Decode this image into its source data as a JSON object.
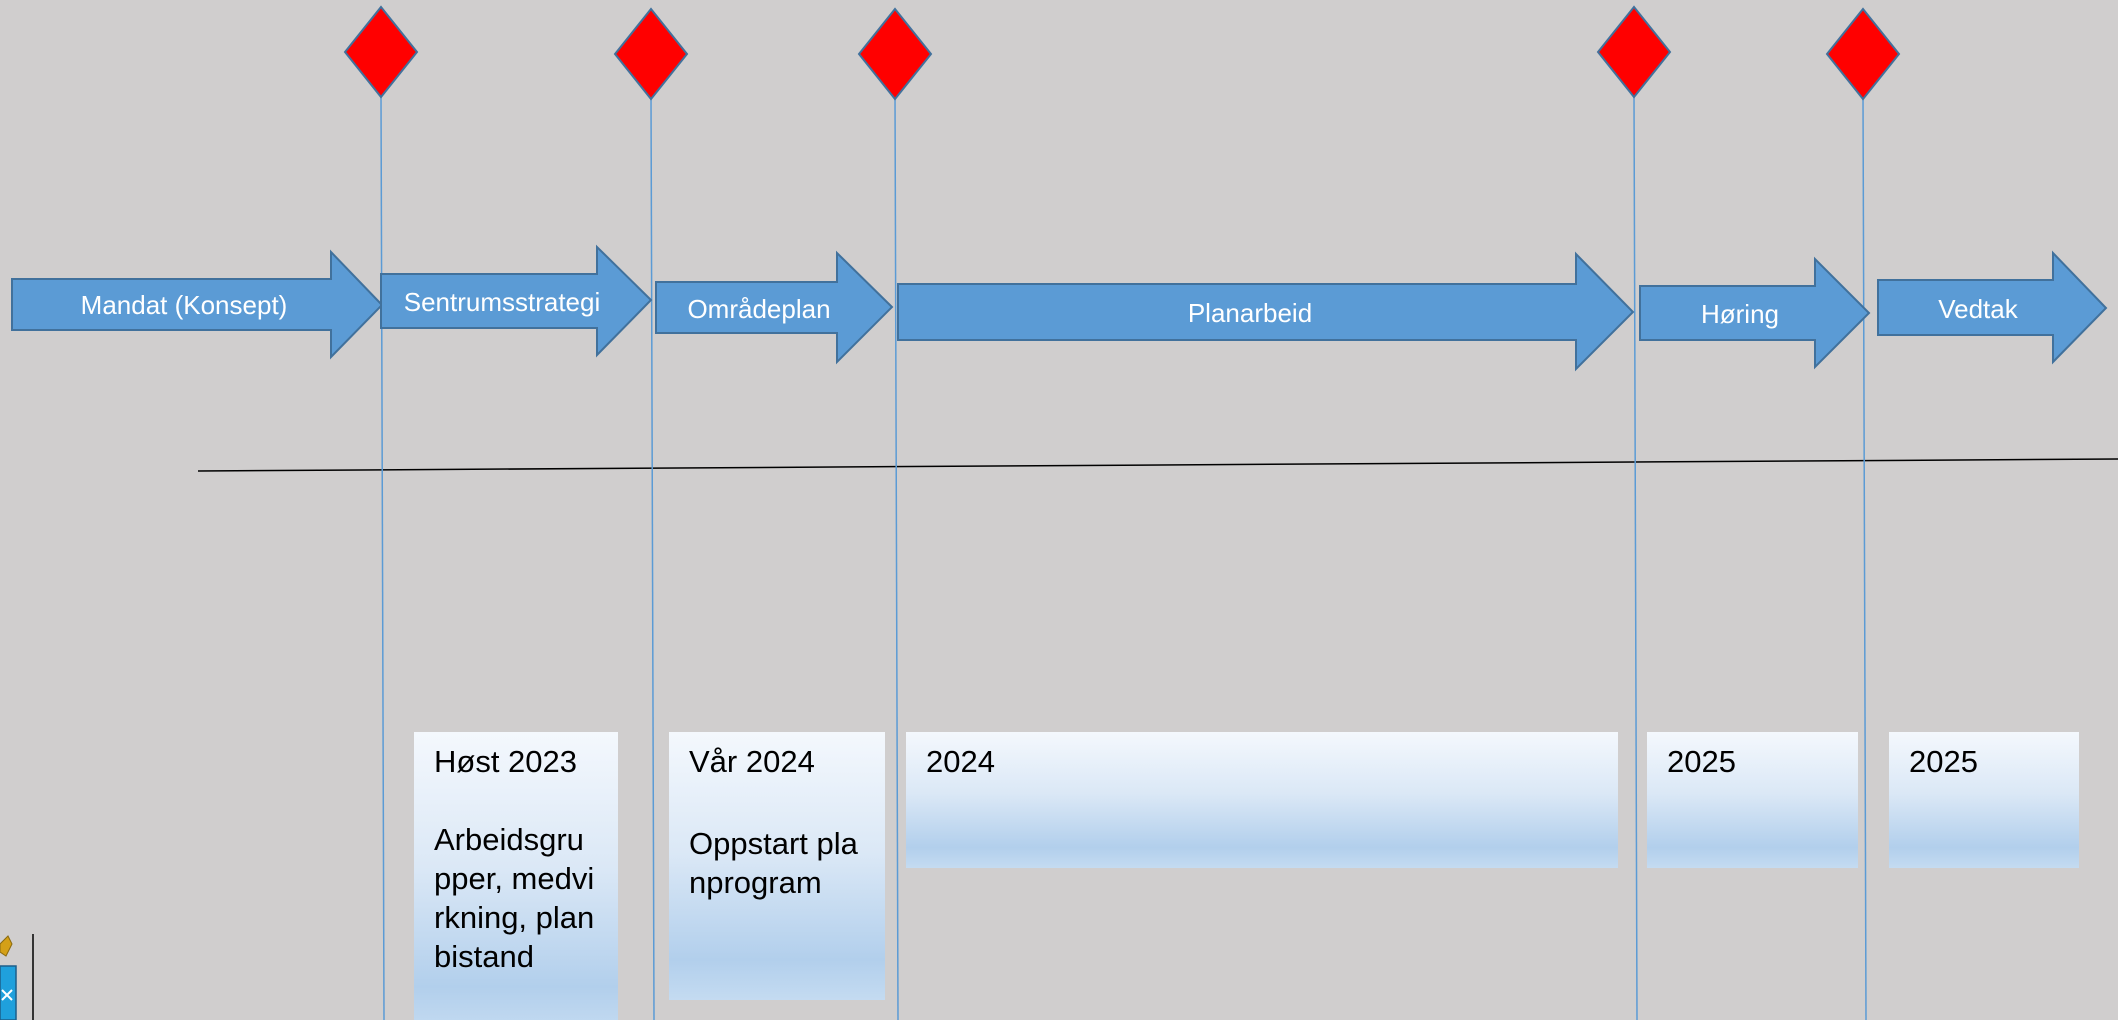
{
  "colors": {
    "background": "#d0cece",
    "arrow_fill": "#5b9bd5",
    "arrow_stroke": "#41719c",
    "milestone_fill": "#ff0000",
    "milestone_stroke": "#41719c",
    "connector_line": "#5b9bd5",
    "divider_line": "#000000",
    "arrow_text": "#ffffff"
  },
  "phases": [
    {
      "label": "Mandat (Konsept)"
    },
    {
      "label": "Sentrumsstrategi"
    },
    {
      "label": "Områdeplan"
    },
    {
      "label": "Planarbeid"
    },
    {
      "label": "Høring"
    },
    {
      "label": "Vedtak"
    }
  ],
  "milestones": [
    {
      "icon": "diamond-icon"
    },
    {
      "icon": "diamond-icon"
    },
    {
      "icon": "diamond-icon"
    },
    {
      "icon": "diamond-icon"
    },
    {
      "icon": "diamond-icon"
    }
  ],
  "boxes": [
    {
      "period": "Høst 2023",
      "description": "Arbeidsgrupper, medvirkning, planbistand"
    },
    {
      "period": "Vår 2024",
      "description": "Oppstart planprogram"
    },
    {
      "period": "2024",
      "description": ""
    },
    {
      "period": "2025",
      "description": ""
    },
    {
      "period": "2025",
      "description": ""
    }
  ],
  "logo": {
    "icon": "coat-of-arms-icon"
  }
}
